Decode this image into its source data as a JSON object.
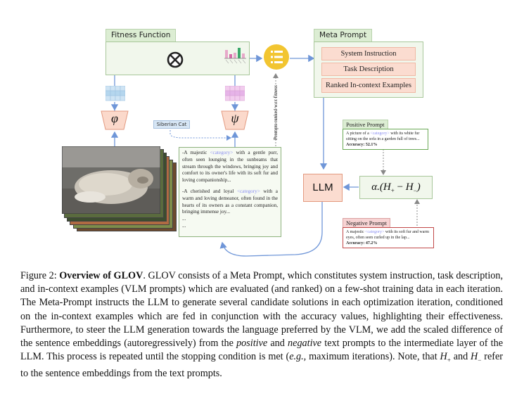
{
  "fitness": {
    "title": "Fitness Function"
  },
  "meta": {
    "title": "Meta Prompt",
    "items": [
      "System Instruction",
      "Task Description",
      "Ranked In-context Examples"
    ]
  },
  "encoders": {
    "phi": "φ",
    "psi": "ψ"
  },
  "label": "Siberian Cat",
  "prompts_vertical": "Prompts ranked w.r.t fitness",
  "candidates": {
    "p1_a": "-A majestic ",
    "category": "<category>",
    "p1_b": " with a gentle purr, often seen lounging in the sunbeams that stream through the windows, bringing joy and comfort to its owner's life with its soft fur and loving companionship...",
    "p2_a": "-A cherished and loyal ",
    "p2_b": " with a warm and loving demeanor, often found in the hearts of its owners as a constant companion, bringing immense joy...",
    "dots1": "...",
    "dots2": "..."
  },
  "llm": "LLM",
  "formula": {
    "alpha": "α.",
    "hp": "H",
    "plus": "+",
    "minus_sign": "−",
    "hm": "H",
    "minus": "−"
  },
  "positive": {
    "title": "Positive Prompt",
    "text_a": "A picture of a ",
    "text_b": " with its white fur sitting on the sofa in a garden full of trees...",
    "accuracy": "Accuracy: 52.1%"
  },
  "negative": {
    "title": "Negative Prompt",
    "text_a": "A majestic ",
    "text_b": " with its soft fur and warm eyes, often seen curled up in the lap...",
    "accuracy": "Accuracy: 47.2%"
  },
  "caption": {
    "fig": "Figure 2: ",
    "title": "Overview of GLOV",
    "body1": ". GLOV consists of a Meta Prompt, which constitutes system instruction, task description, and in-context examples (VLM prompts) which are evaluated (and ranked) on a few-shot training data in each iteration. The Meta-Prompt instructs the LLM to generate several candidate solutions in each optimization iteration, conditioned on the in-context examples which are fed in conjunction with the accuracy values, highlighting their effectiveness. Furthermore, to steer the LLM generation towards the language preferred by the VLM, we add the scaled difference of the sentence embeddings (autoregressively) from the ",
    "positive": "positive",
    "and": " and ",
    "negative": "negative",
    "body2": " text prompts to the intermediate layer of the LLM. This process is repeated until the stopping condition is met (",
    "eg": "e.g.,",
    "body3": " maximum iterations). Note, that ",
    "hp": "H",
    "plus": "+",
    "and2": " and ",
    "hm": "H",
    "minus": "−",
    "body4": " refer to the sentence embeddings from the text prompts."
  },
  "colors": {
    "green_header": "#dcedd3",
    "salmon": "#fbdcd0",
    "arrow_blue": "#6f96d8",
    "badge_yellow": "#f2c531"
  }
}
